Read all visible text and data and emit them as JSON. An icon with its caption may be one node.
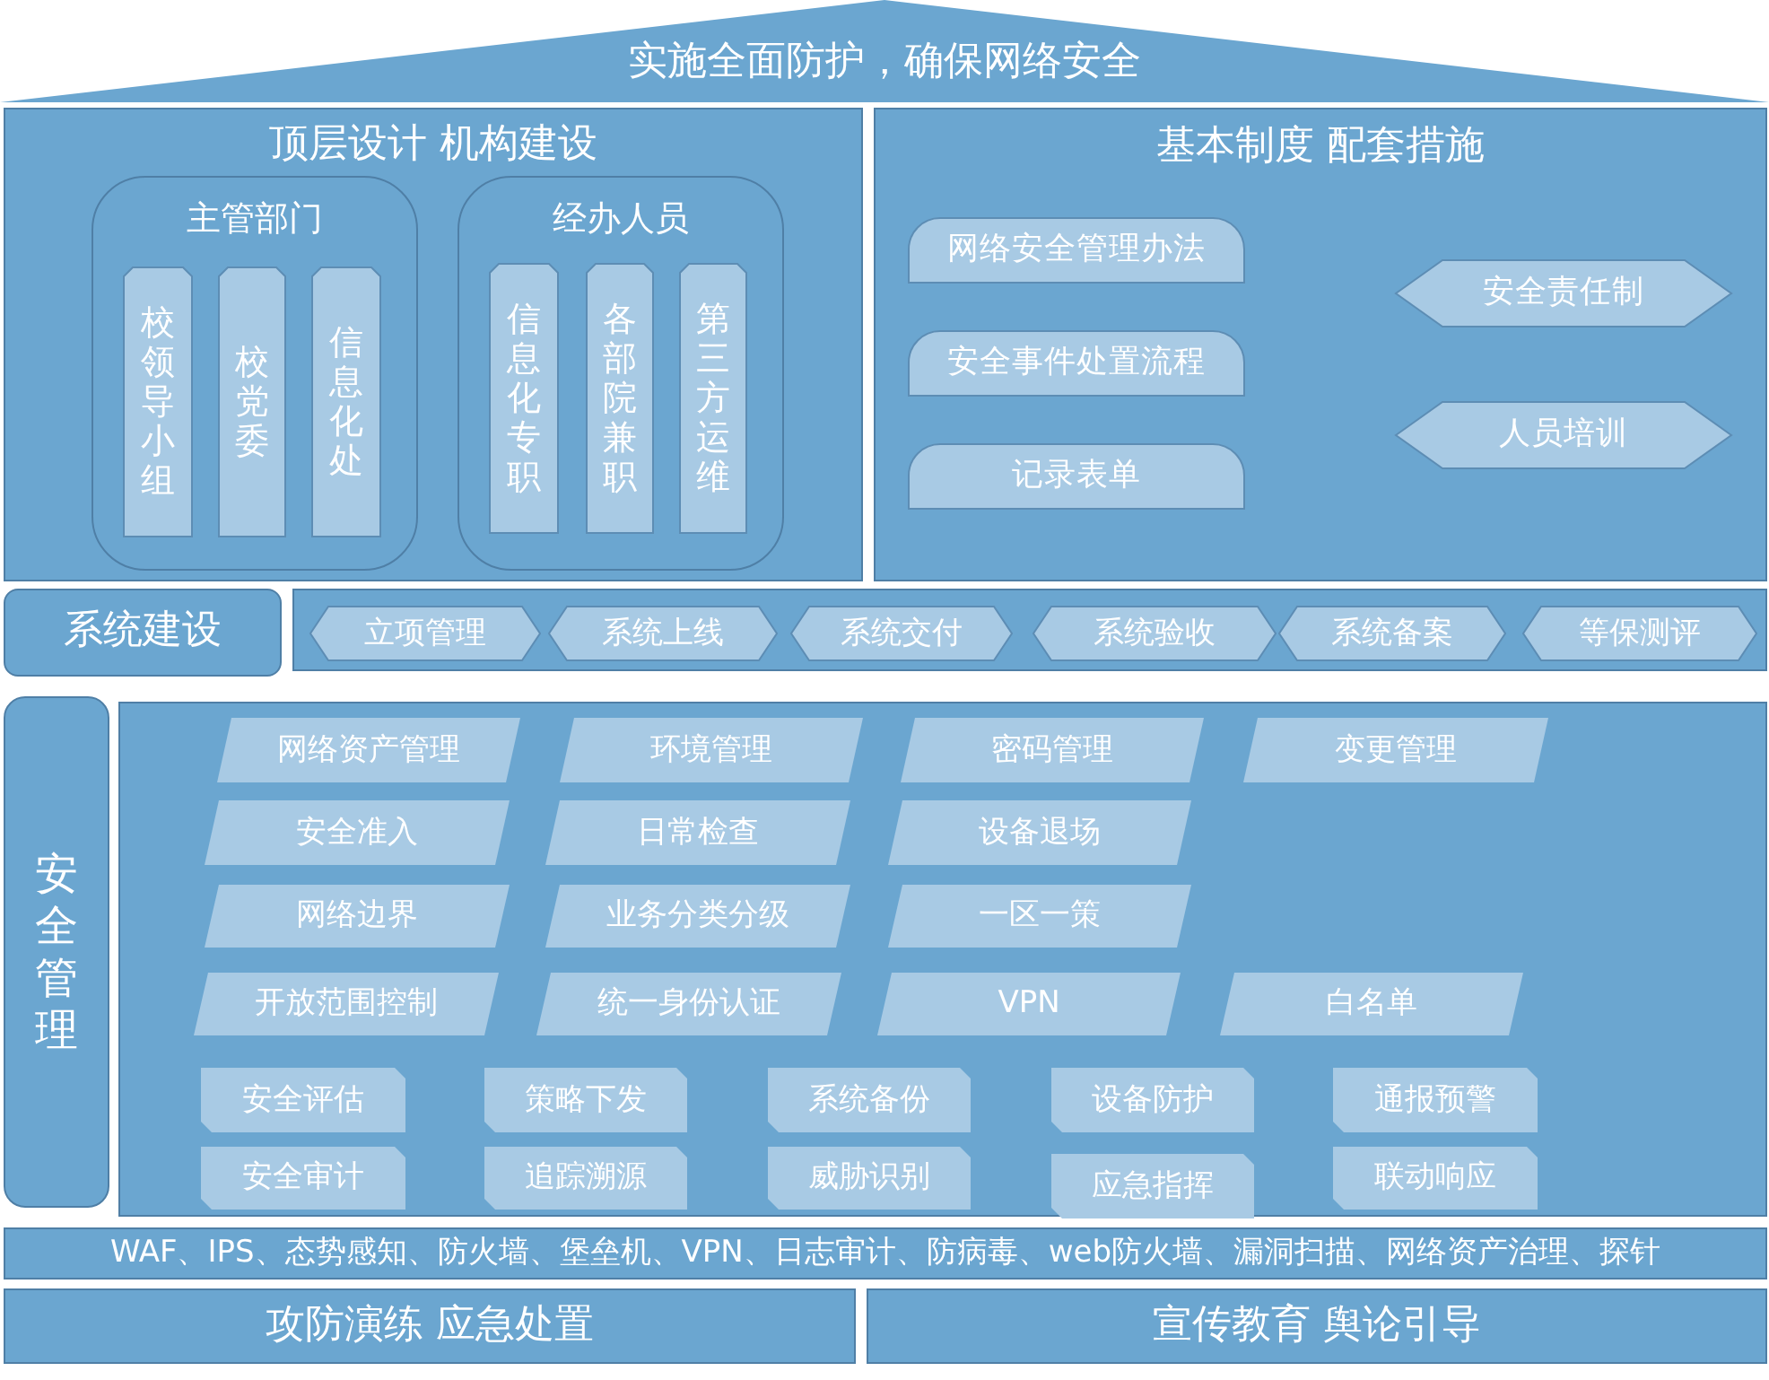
{
  "diagram": {
    "nodes": [
      {
        "text": [
          "实施全面防护，确保网络安全"
        ]
      },
      {
        "text": [
          "顶层设计 机构建设"
        ]
      },
      {
        "text": [
          "主管部门"
        ],
        "in": 1
      },
      {
        "text": [
          "校领导小组"
        ],
        "in": 2
      },
      {
        "text": [
          "校党委"
        ],
        "in": 2
      },
      {
        "text": [
          "信息化处"
        ],
        "in": 2
      },
      {
        "text": [
          "经办人员"
        ],
        "in": 1
      },
      {
        "text": [
          "信息化专职"
        ],
        "in": 6
      },
      {
        "text": [
          "各部院兼职"
        ],
        "in": 6
      },
      {
        "text": [
          "第三方运维"
        ],
        "in": 6
      },
      {
        "text": [
          "基本制度 配套措施"
        ]
      },
      {
        "text": [
          "网络安全管理办法"
        ],
        "in": 10
      },
      {
        "text": [
          "安全事件处置流程"
        ],
        "in": 10
      },
      {
        "text": [
          "记录表单"
        ],
        "in": 10
      },
      {
        "text": [
          "安全责任制"
        ],
        "in": 10
      },
      {
        "text": [
          "人员培训"
        ],
        "in": 10
      },
      {
        "text": [
          "系统建设"
        ]
      },
      {
        "text": [],
        "shape": "box"
      },
      {
        "text": [
          "立项管理"
        ],
        "in": 17
      },
      {
        "text": [
          "系统上线"
        ],
        "in": 17
      },
      {
        "text": [
          "系统交付"
        ],
        "in": 17
      },
      {
        "text": [
          "系统验收"
        ],
        "in": 17
      },
      {
        "text": [
          "系统备案"
        ],
        "in": 17
      },
      {
        "text": [
          "等保测评"
        ],
        "in": 17
      },
      {
        "text": [
          "安全管理"
        ]
      },
      {
        "text": [],
        "shape": "box"
      },
      {
        "text": [
          "网络资产管理"
        ],
        "in": 25
      },
      {
        "text": [
          "环境管理"
        ],
        "in": 25
      },
      {
        "text": [
          "密码管理"
        ],
        "in": 25
      },
      {
        "text": [
          "变更管理"
        ],
        "in": 25
      },
      {
        "text": [
          "安全准入"
        ],
        "in": 25
      },
      {
        "text": [
          "日常检查"
        ],
        "in": 25
      },
      {
        "text": [
          "设备退场"
        ],
        "in": 25
      },
      {
        "text": [
          "网络边界"
        ],
        "in": 25
      },
      {
        "text": [
          "业务分类分级"
        ],
        "in": 25
      },
      {
        "text": [
          "一区一策"
        ],
        "in": 25
      },
      {
        "text": [
          "开放范围控制"
        ],
        "in": 25
      },
      {
        "text": [
          "统一身份认证"
        ],
        "in": 25
      },
      {
        "text": [
          "VPN"
        ],
        "in": 25
      },
      {
        "text": [
          "白名单"
        ],
        "in": 25
      },
      {
        "text": [
          "安全评估"
        ],
        "in": 25
      },
      {
        "text": [
          "策略下发"
        ],
        "in": 25
      },
      {
        "text": [
          "系统备份"
        ],
        "in": 25
      },
      {
        "text": [
          "设备防护"
        ],
        "in": 25
      },
      {
        "text": [
          "通报预警"
        ],
        "in": 25
      },
      {
        "text": [
          "安全审计"
        ],
        "in": 25
      },
      {
        "text": [
          "追踪溯源"
        ],
        "in": 25
      },
      {
        "text": [
          "威胁识别"
        ],
        "in": 25
      },
      {
        "text": [
          "应急指挥"
        ],
        "in": 25
      },
      {
        "text": [
          "联动响应"
        ],
        "in": 25
      },
      {
        "text": [
          "WAF、IPS、态势感知、防火墙、堡垒机、VPN、日志审计、防病毒、web防火墙、漏洞扫描、网络资产治理、探针"
        ]
      },
      {
        "text": [
          "攻防演练 应急处置"
        ]
      },
      {
        "text": [
          "宣传教育 舆论引导"
        ]
      }
    ]
  }
}
